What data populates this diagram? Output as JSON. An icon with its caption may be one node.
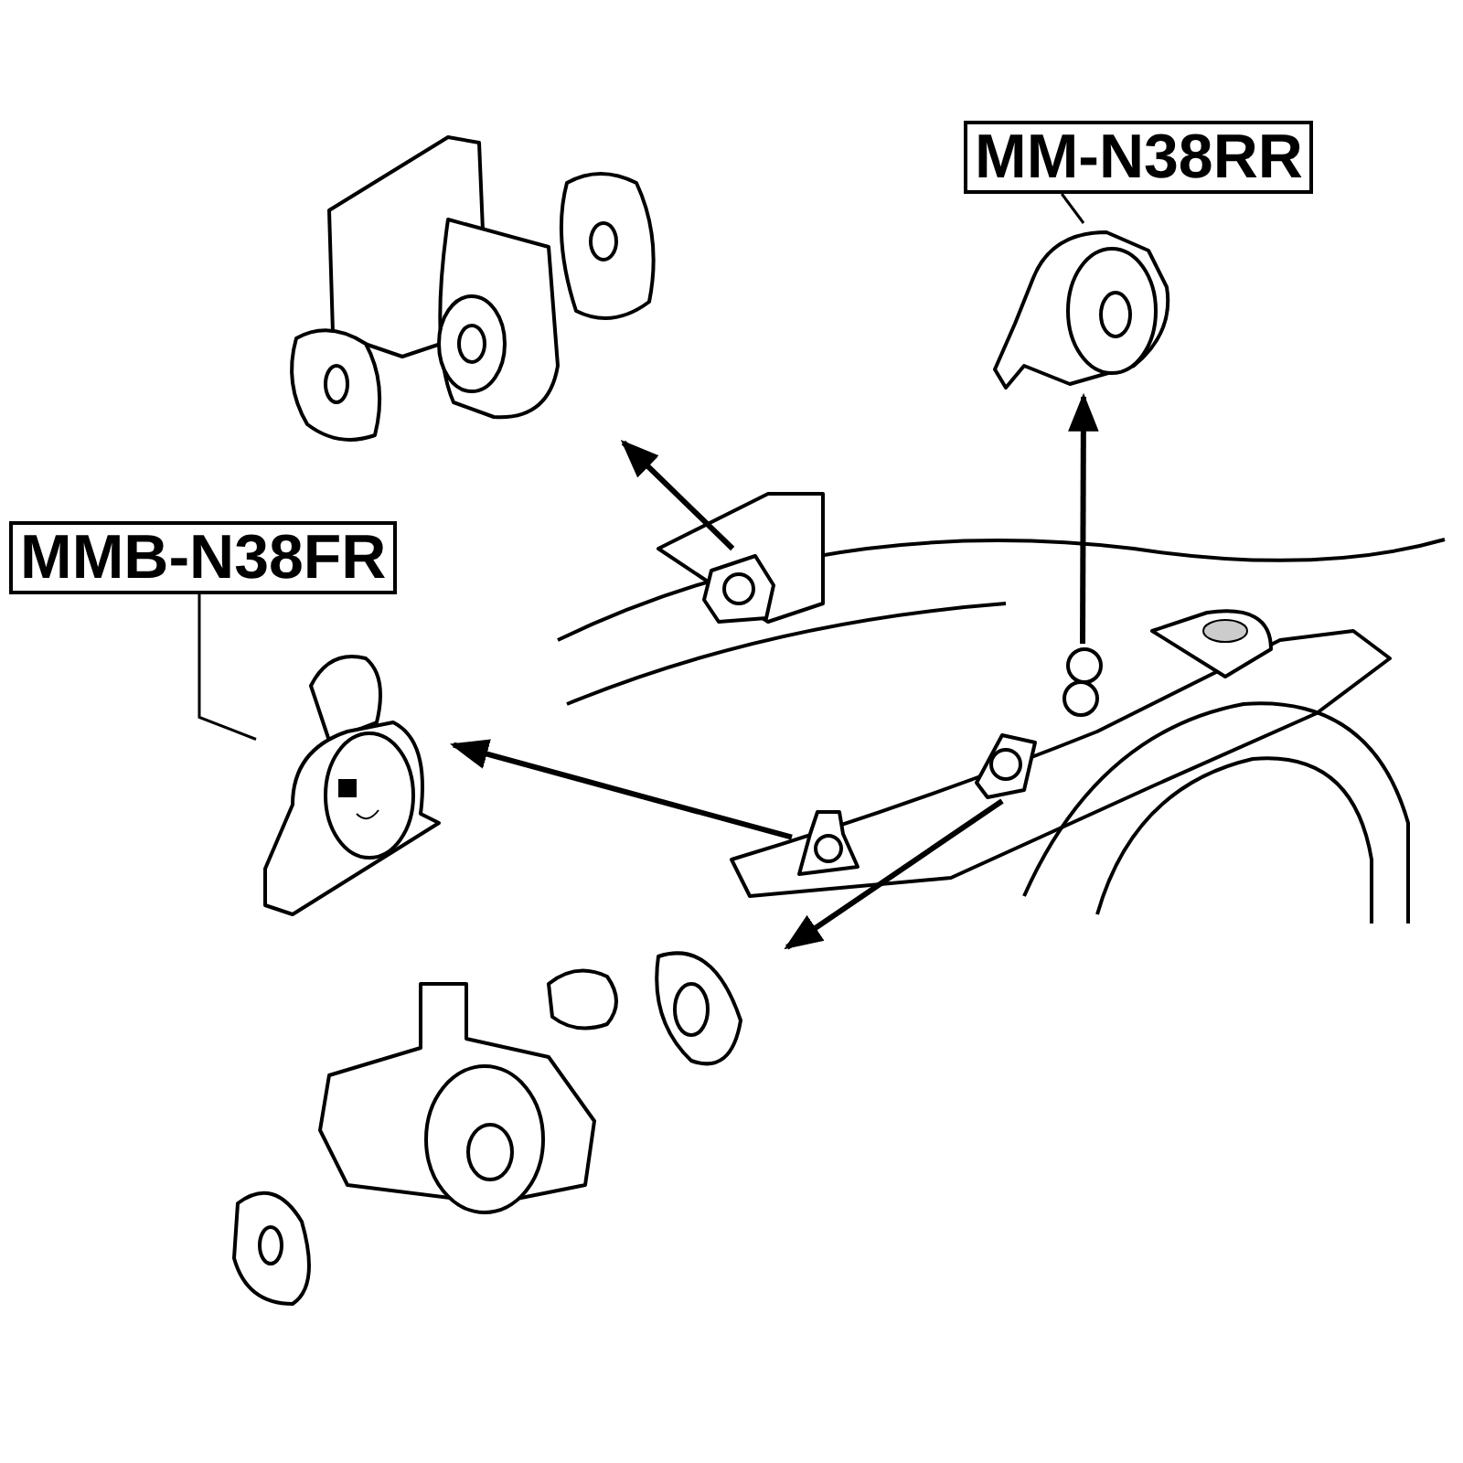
{
  "diagram": {
    "nodes": [
      {
        "text": [],
        "shape": "picture"
      },
      {
        "text": [
          "MM-N38RR"
        ]
      },
      {
        "text": [],
        "shape": "picture"
      },
      {
        "text": [
          "MMB-N38FR"
        ]
      },
      {
        "text": [],
        "shape": "picture"
      },
      {
        "text": [],
        "shape": "picture",
        "in": 4
      },
      {
        "text": [],
        "shape": "picture",
        "in": 4
      },
      {
        "text": [],
        "shape": "picture",
        "in": 4
      },
      {
        "text": [],
        "shape": "picture",
        "in": 4
      },
      {
        "text": [],
        "shape": "picture"
      },
      {
        "text": [],
        "shape": "picture"
      }
    ],
    "edges": [
      {
        "from": 5,
        "to": 0,
        "arrow": "to"
      },
      {
        "from": 1,
        "to": 2,
        "arrow": "none"
      },
      {
        "from": 6,
        "to": 2,
        "arrow": "to"
      },
      {
        "from": 3,
        "to": 9,
        "arrow": "none"
      },
      {
        "from": 7,
        "to": 9,
        "arrow": "to"
      },
      {
        "from": 8,
        "to": 10,
        "arrow": "to"
      }
    ]
  }
}
